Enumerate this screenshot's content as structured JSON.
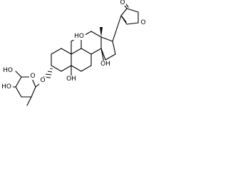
{
  "labels": {
    "lactone_carbonyl_o": "O",
    "lactone_ring_o": "O",
    "c19_hydroxyl": "HO",
    "c14_hydroxyl": "OH",
    "c5_hydroxyl": "OH",
    "glycosidic_o": "O",
    "sugar_ring_o": "O",
    "sugar_c4_hydroxyl": "HO",
    "sugar_c3_hydroxyl": "HO"
  }
}
